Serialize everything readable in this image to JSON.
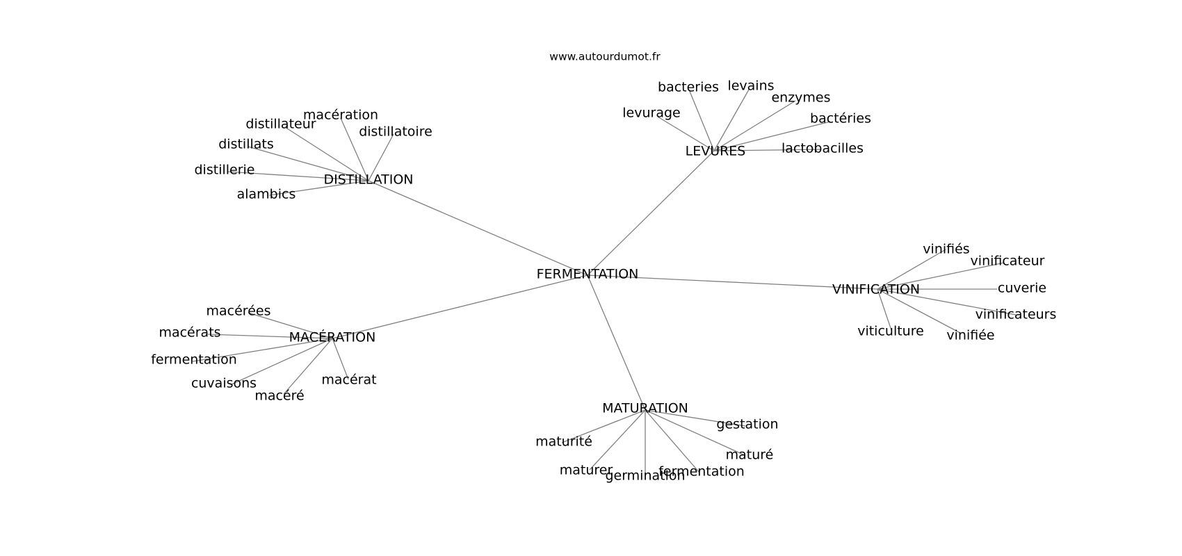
{
  "site": "www.autourdumot.fr",
  "colors": {
    "edge": "#808080",
    "text": "#000000",
    "background": "#ffffff"
  },
  "graph": {
    "center": "FERMENTATION",
    "clusters": [
      {
        "hub": "DISTILLATION",
        "leaves": [
          "macération",
          "distillateur",
          "distillatoire",
          "distillats",
          "distillerie",
          "alambics"
        ]
      },
      {
        "hub": "LEVURES",
        "leaves": [
          "bacteries",
          "levains",
          "enzymes",
          "levurage",
          "bactéries",
          "lactobacilles"
        ]
      },
      {
        "hub": "VINIFICATION",
        "leaves": [
          "vinifiés",
          "vinificateur",
          "cuverie",
          "vinificateurs",
          "viticulture",
          "vinifiée"
        ]
      },
      {
        "hub": "MACÉRATION",
        "leaves": [
          "macérées",
          "macérats",
          "fermentation",
          "cuvaisons",
          "macéré",
          "macérat"
        ]
      },
      {
        "hub": "MATURATION",
        "leaves": [
          "gestation",
          "maturité",
          "maturé",
          "maturer",
          "germination",
          "fermentation"
        ]
      }
    ]
  }
}
